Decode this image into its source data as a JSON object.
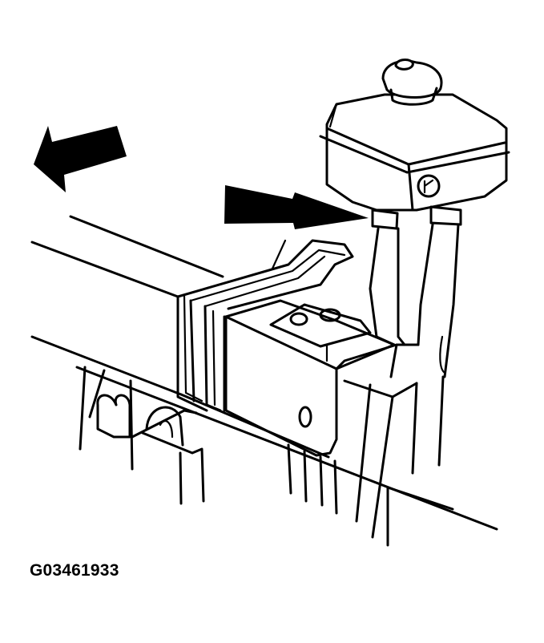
{
  "figure": {
    "caption": "G03461933",
    "subject": "reservoir mounted on bracket attached to frame rail with hoses",
    "arrows": [
      {
        "name": "direction-arrow",
        "direction": "left",
        "style": "solid-black"
      },
      {
        "name": "pointer-arrow",
        "direction": "right",
        "style": "solid-black-double",
        "points_to": "hose-clamp"
      }
    ],
    "colors": {
      "ink": "#000000",
      "background": "#ffffff"
    }
  }
}
